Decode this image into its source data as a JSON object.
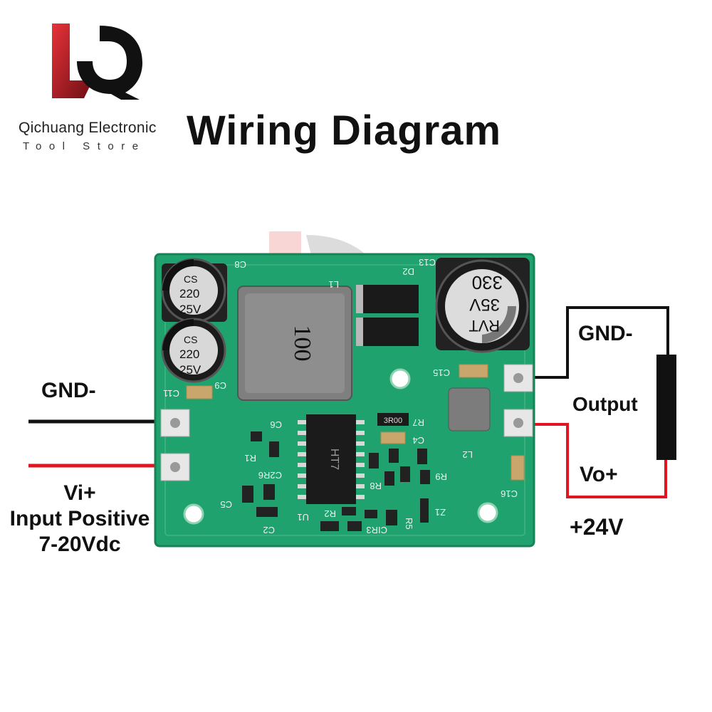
{
  "brand": {
    "name": "Qichuang Electronic",
    "tagline": "Tool Store"
  },
  "title": "Wiring Diagram",
  "input": {
    "gnd_label": "GND-",
    "vi_label": "Vi+",
    "input_label": "Input Positive",
    "range_label": "7-20Vdc"
  },
  "output": {
    "gnd_label": "GND-",
    "output_label": "Output",
    "vo_label": "Vo+",
    "voltage_label": "+24V"
  },
  "board": {
    "cap_left_top": [
      "CS",
      "220",
      "25V"
    ],
    "cap_left_bottom": [
      "CS",
      "220",
      "25V"
    ],
    "cap_right": [
      "RVT",
      "35V",
      "330"
    ],
    "inductor_marking": "100",
    "ic_marking": "HT7",
    "resistor_marking": "3R00",
    "silkscreen": [
      "C8",
      "L1",
      "C13",
      "D2",
      "C9",
      "C11",
      "C15",
      "C6",
      "R7",
      "C4",
      "R1",
      "C2R6",
      "R8",
      "R9",
      "L2",
      "C16",
      "C5",
      "C2",
      "U1",
      "R2",
      "CIR3",
      "R5",
      "Z1"
    ],
    "colors": {
      "pcb": "#1fa26d",
      "wire_black": "#111111",
      "wire_red": "#e0151f"
    }
  }
}
